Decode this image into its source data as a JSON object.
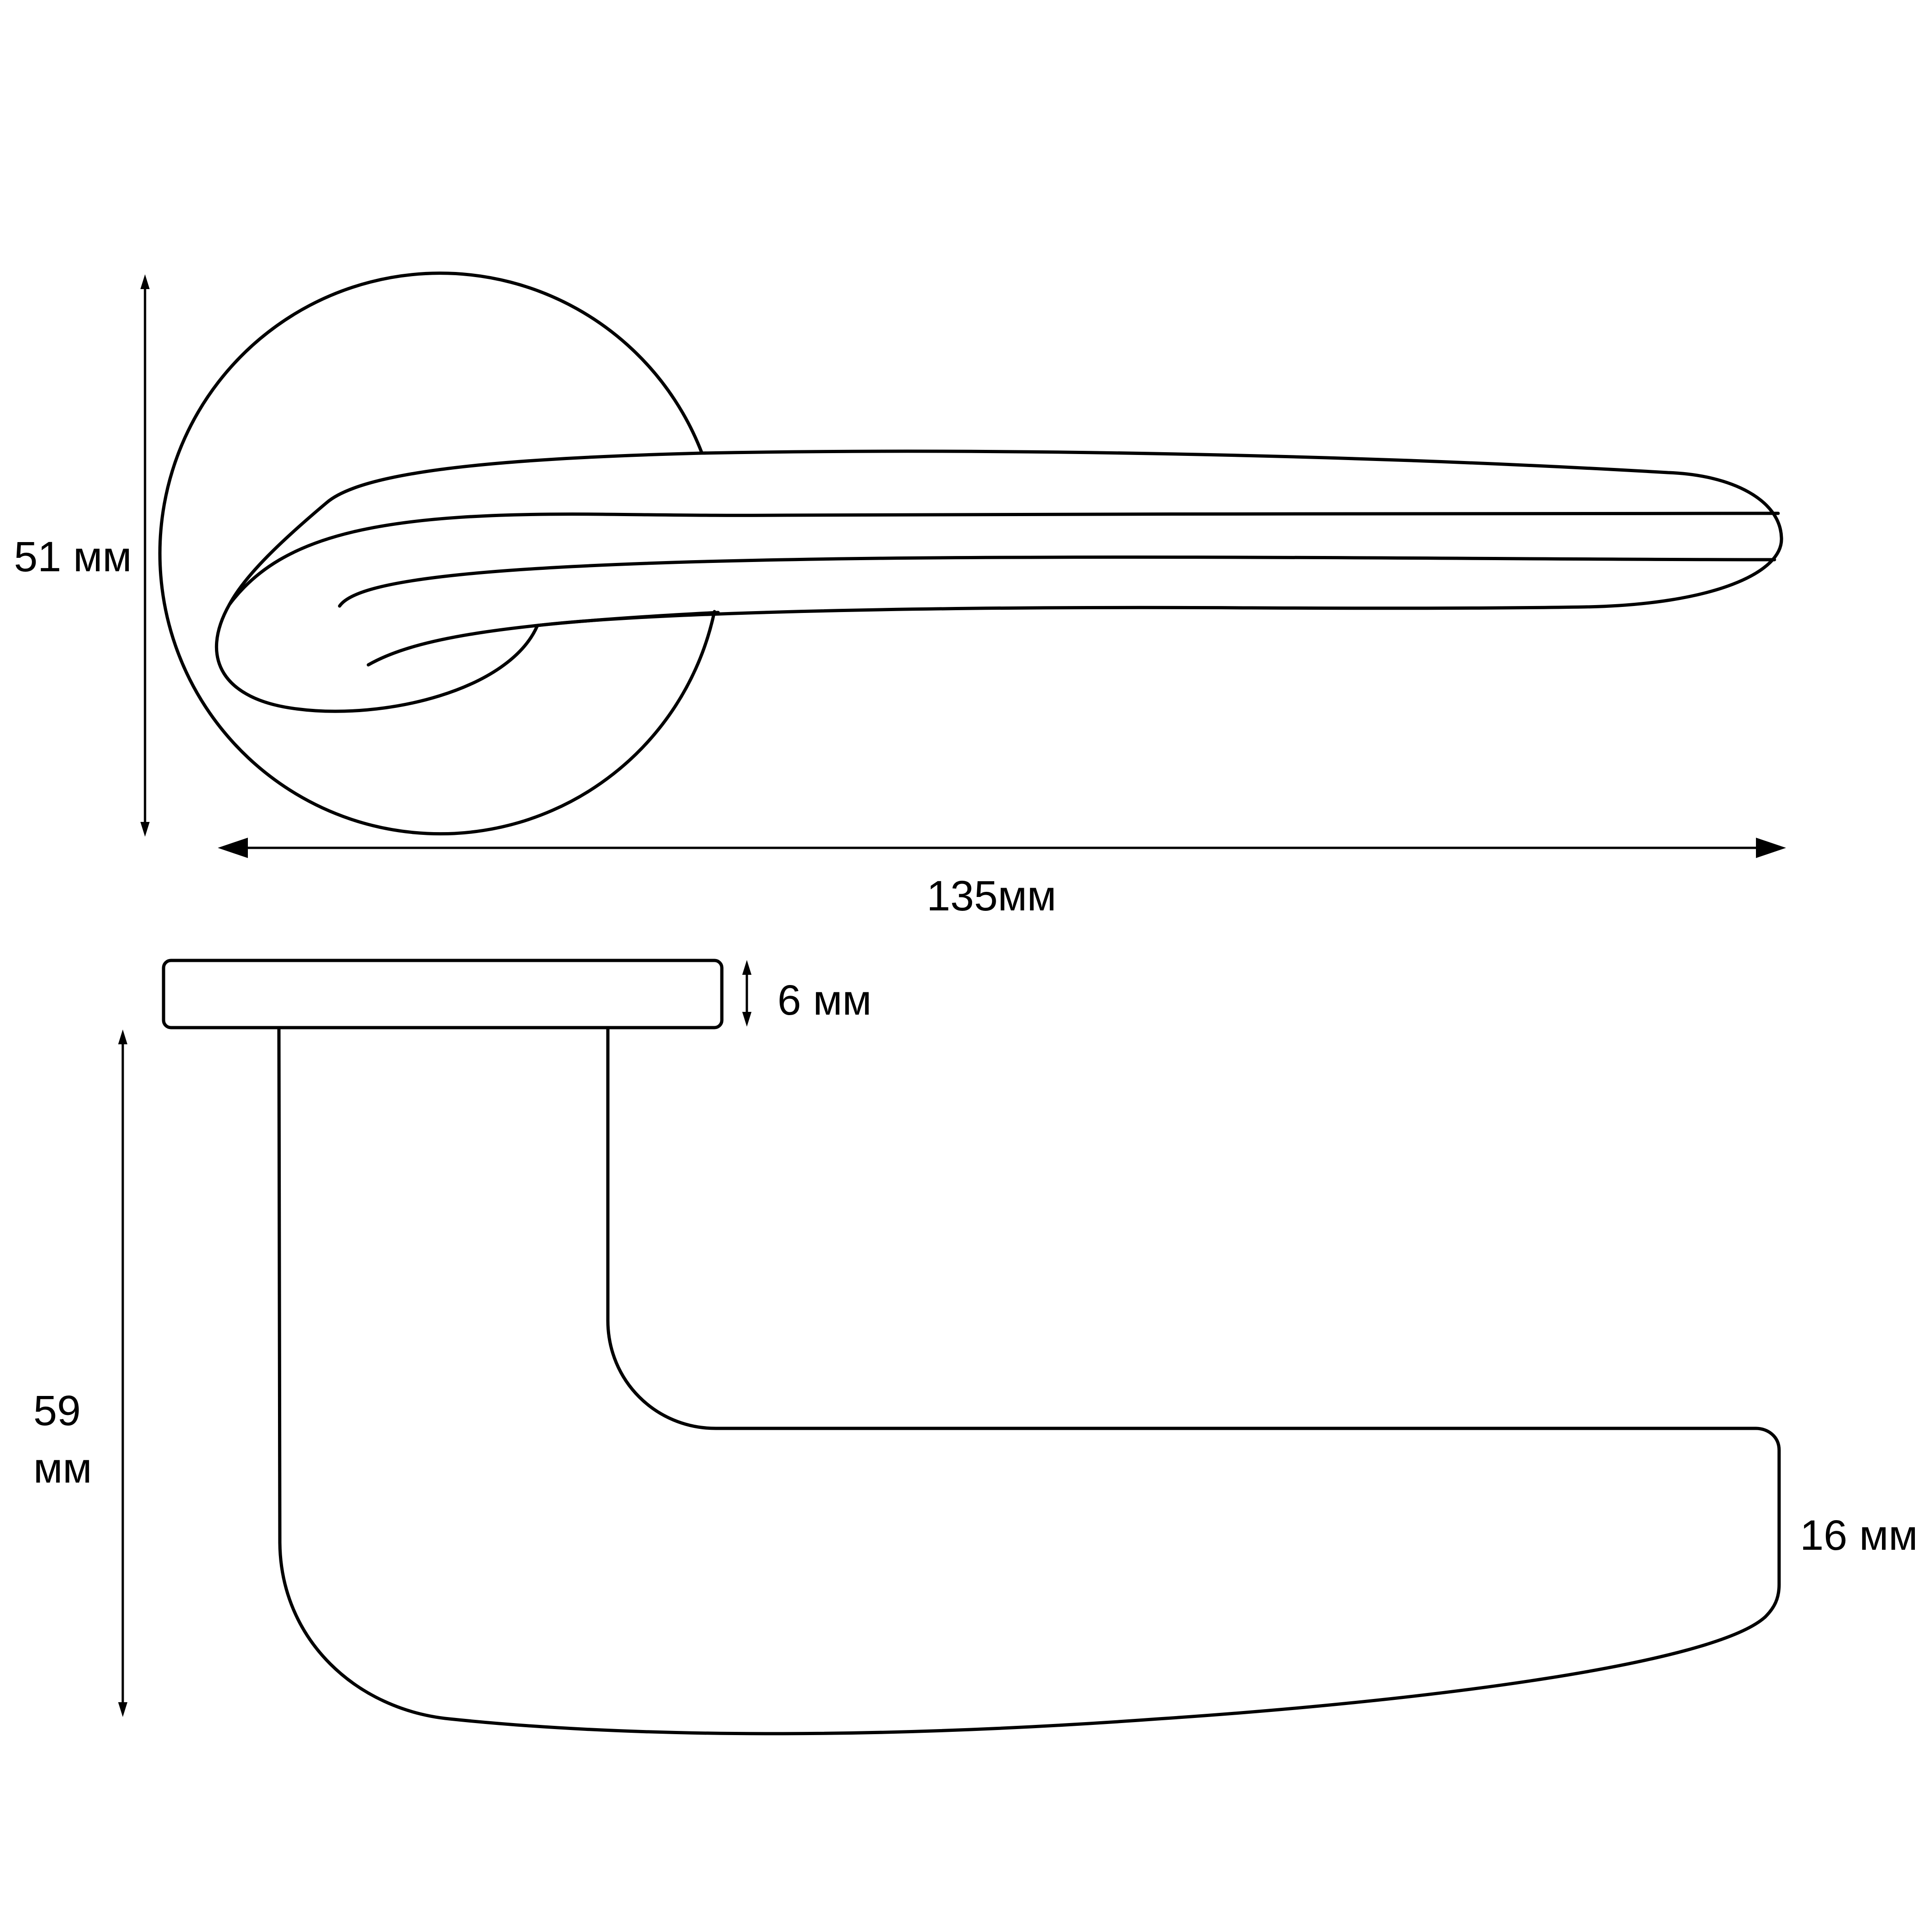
{
  "colors": {
    "background": "#ffffff",
    "stroke": "#000000"
  },
  "dimensions": {
    "rose_height": "51 мм",
    "total_length": "135мм",
    "rose_thickness": "6 мм",
    "projection_line1": "59",
    "projection_line2": "мм",
    "lever_thickness": "16 мм"
  }
}
